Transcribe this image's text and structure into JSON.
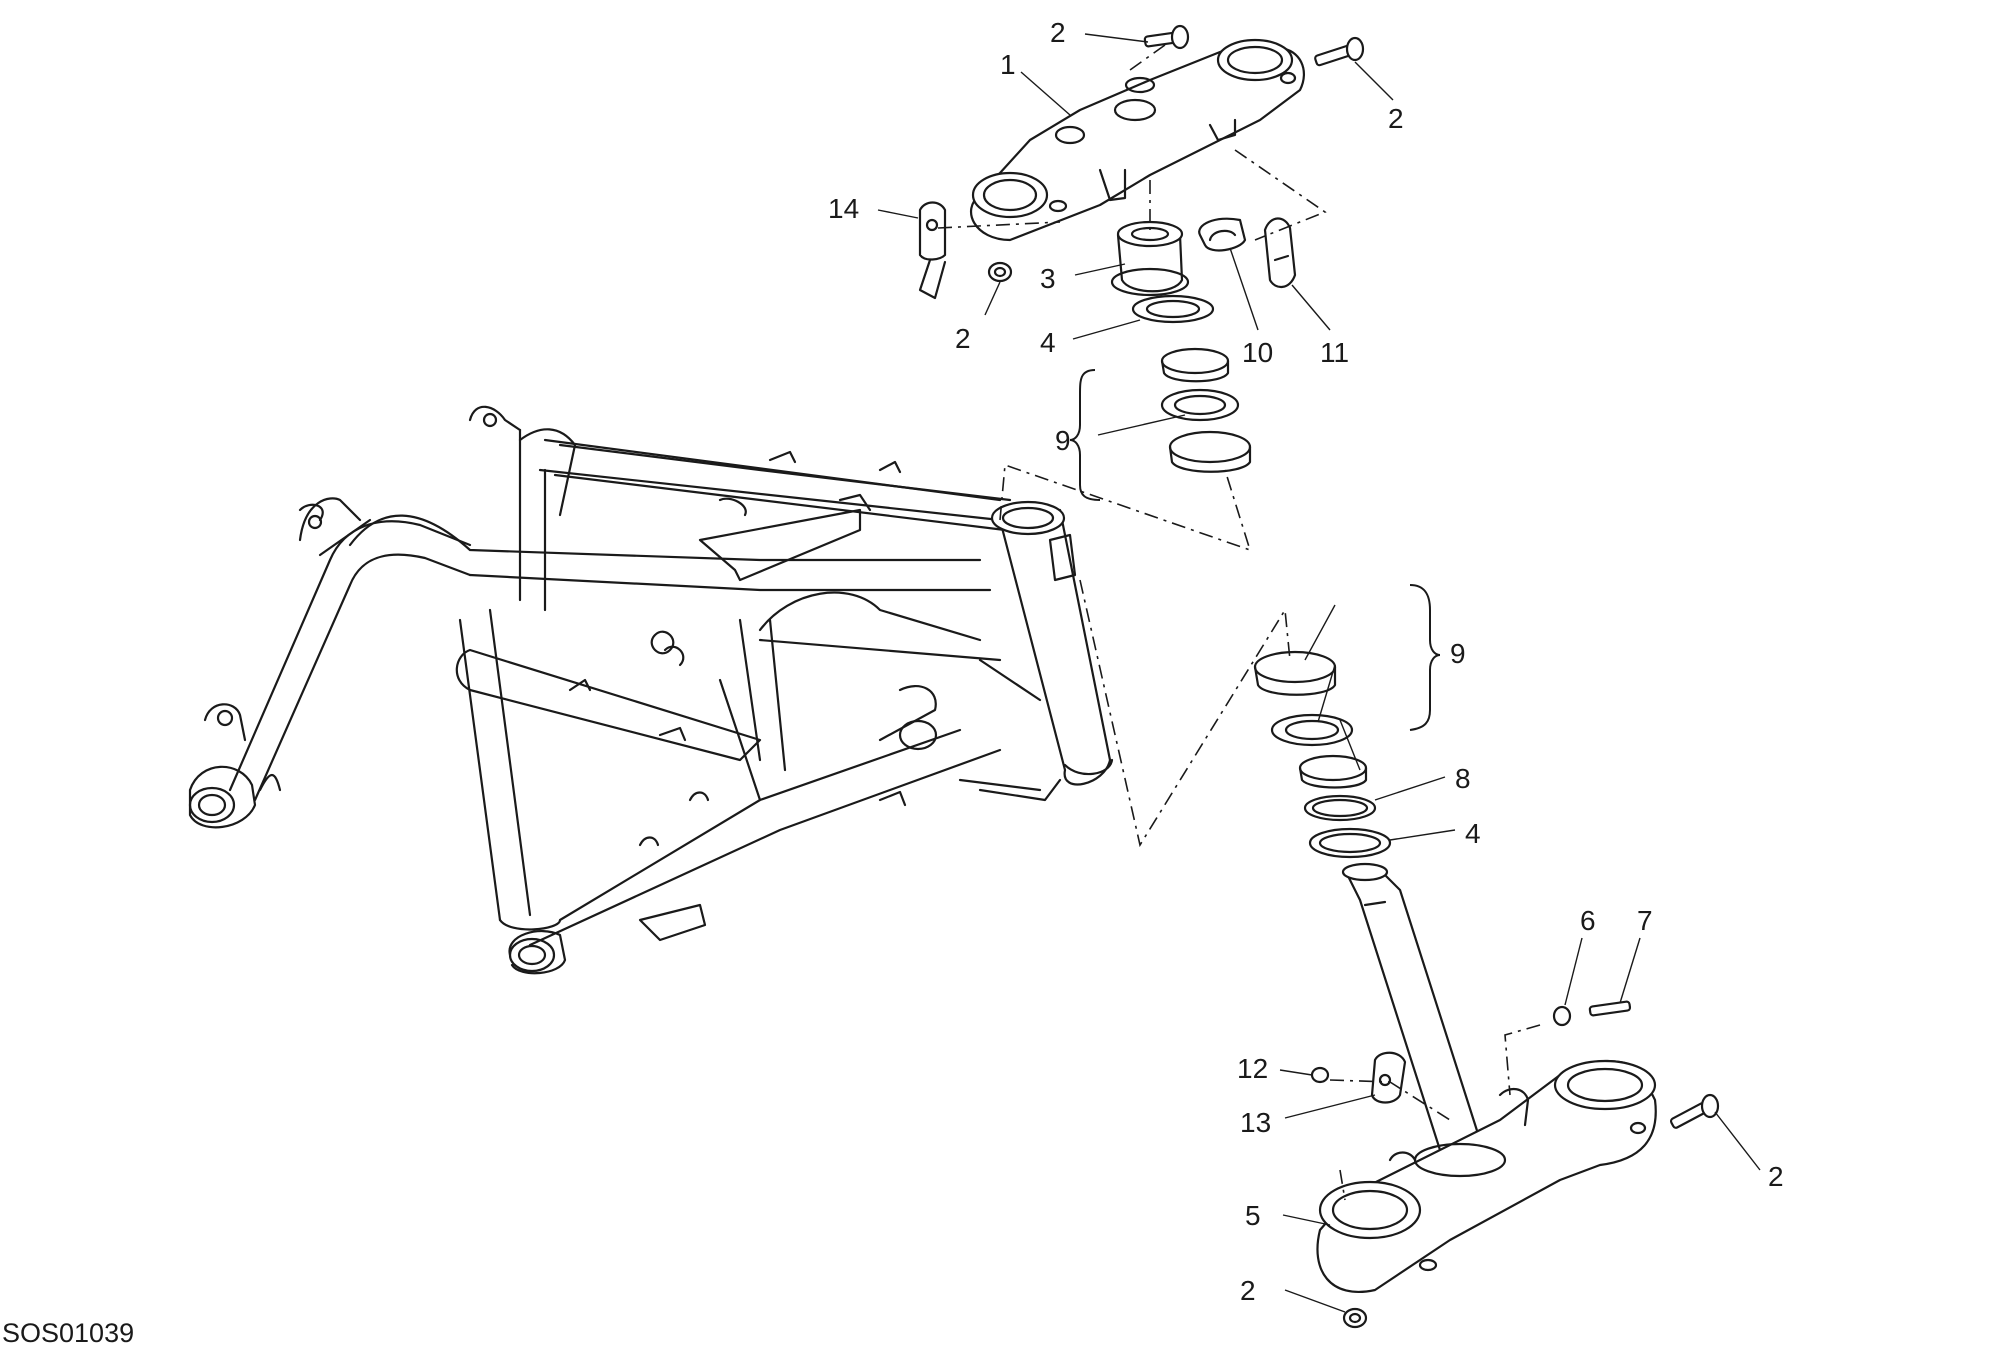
{
  "drawing_code": "SOS01039",
  "callouts": [
    {
      "id": "c1",
      "text": "1"
    },
    {
      "id": "c2a",
      "text": "2"
    },
    {
      "id": "c2b",
      "text": "2"
    },
    {
      "id": "c2c",
      "text": "2"
    },
    {
      "id": "c2d",
      "text": "2"
    },
    {
      "id": "c2e",
      "text": "2"
    },
    {
      "id": "c3",
      "text": "3"
    },
    {
      "id": "c4a",
      "text": "4"
    },
    {
      "id": "c4b",
      "text": "4"
    },
    {
      "id": "c5",
      "text": "5"
    },
    {
      "id": "c6",
      "text": "6"
    },
    {
      "id": "c7",
      "text": "7"
    },
    {
      "id": "c8",
      "text": "8"
    },
    {
      "id": "c9a",
      "text": "9"
    },
    {
      "id": "c9b",
      "text": "9"
    },
    {
      "id": "c10",
      "text": "10"
    },
    {
      "id": "c11",
      "text": "11"
    },
    {
      "id": "c12",
      "text": "12"
    },
    {
      "id": "c13",
      "text": "13"
    },
    {
      "id": "c14",
      "text": "14"
    }
  ]
}
